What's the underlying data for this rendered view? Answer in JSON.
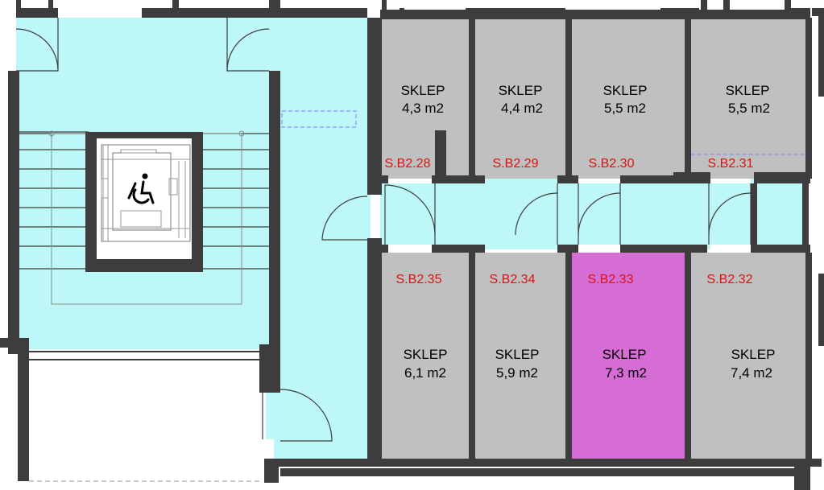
{
  "colors": {
    "corridor": "#bdf7f7",
    "storage": "#c0c0c0",
    "highlight": "#d56dd5",
    "wall": "#3d3d3d",
    "code_text": "#dd1111",
    "label_text": "#000000",
    "guide_line": "#8080ff"
  },
  "icons": [
    "wheelchair-icon",
    "elevator-icon",
    "stair-icon",
    "door-swing-icon"
  ],
  "rooms_top": [
    {
      "name": "SKLEP",
      "area": "4,3 m2",
      "code": "S.B2.28"
    },
    {
      "name": "SKLEP",
      "area": "4,4 m2",
      "code": "S.B2.29"
    },
    {
      "name": "SKLEP",
      "area": "5,5 m2",
      "code": "S.B2.30"
    },
    {
      "name": "SKLEP",
      "area": "5,5 m2",
      "code": "S.B2.31"
    }
  ],
  "rooms_bottom": [
    {
      "name": "SKLEP",
      "area": "6,1 m2",
      "code": "S.B2.35",
      "highlighted": false
    },
    {
      "name": "SKLEP",
      "area": "5,9 m2",
      "code": "S.B2.34",
      "highlighted": false
    },
    {
      "name": "SKLEP",
      "area": "7,3 m2",
      "code": "S.B2.33",
      "highlighted": true
    },
    {
      "name": "SKLEP",
      "area": "7,4 m2",
      "code": "S.B2.32",
      "highlighted": false
    }
  ]
}
